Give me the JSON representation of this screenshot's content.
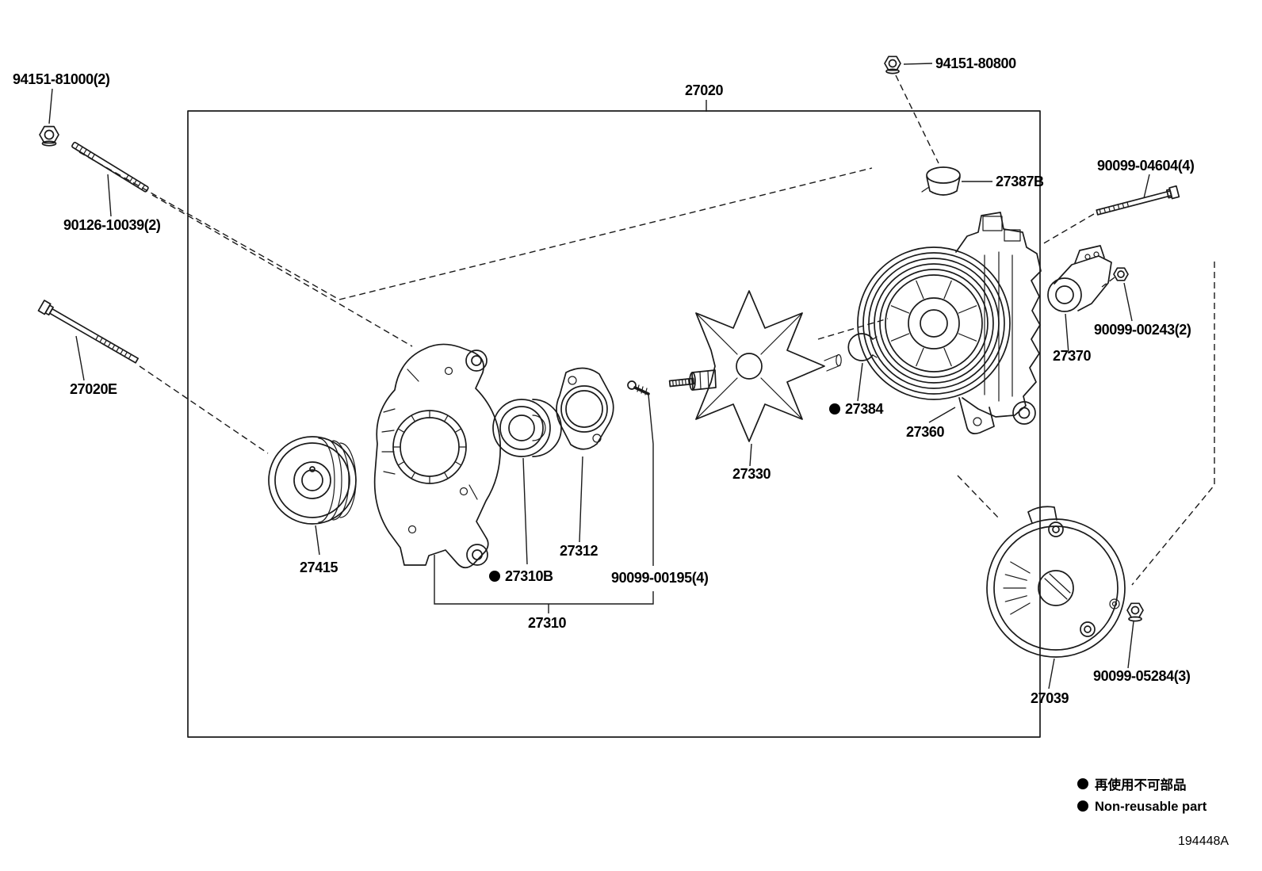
{
  "diagram": {
    "figure_id": "194448A",
    "type": "exploded-parts-diagram",
    "colors": {
      "background": "#ffffff",
      "line": "#1a1a1a",
      "text": "#000000"
    },
    "marker": {
      "name": "non-reusable-marker",
      "glyph": "●"
    },
    "legend": [
      {
        "marker": "●",
        "text": "再使用不可部品"
      },
      {
        "marker": "●",
        "text": "Non-reusable part"
      }
    ]
  },
  "parts": {
    "nut_94151_81000": {
      "label": "94151-81000(2)"
    },
    "stud_90126_10039": {
      "label": "90126-10039(2)"
    },
    "bolt_27020e": {
      "label": "27020E"
    },
    "alternator_27020": {
      "label": "27020"
    },
    "nut_94151_80800": {
      "label": "94151-80800"
    },
    "cap_27387b": {
      "label": "27387B"
    },
    "bolt_90099_04604": {
      "label": "90099-04604(4)"
    },
    "nut_90099_00243": {
      "label": "90099-00243(2)"
    },
    "regulator_27370": {
      "label": "27370"
    },
    "frame_27360": {
      "label": "27360"
    },
    "clip_27384": {
      "label": "27384",
      "non_reusable": true
    },
    "rotor_27330": {
      "label": "27330"
    },
    "pulley_27415": {
      "label": "27415"
    },
    "bearing_27310b": {
      "label": "27310B",
      "non_reusable": true
    },
    "plate_27312": {
      "label": "27312"
    },
    "screw_90099_00195": {
      "label": "90099-00195(4)"
    },
    "bracket_27310": {
      "label": "27310"
    },
    "cover_27039": {
      "label": "27039"
    },
    "nut_90099_05284": {
      "label": "90099-05284(3)"
    }
  }
}
